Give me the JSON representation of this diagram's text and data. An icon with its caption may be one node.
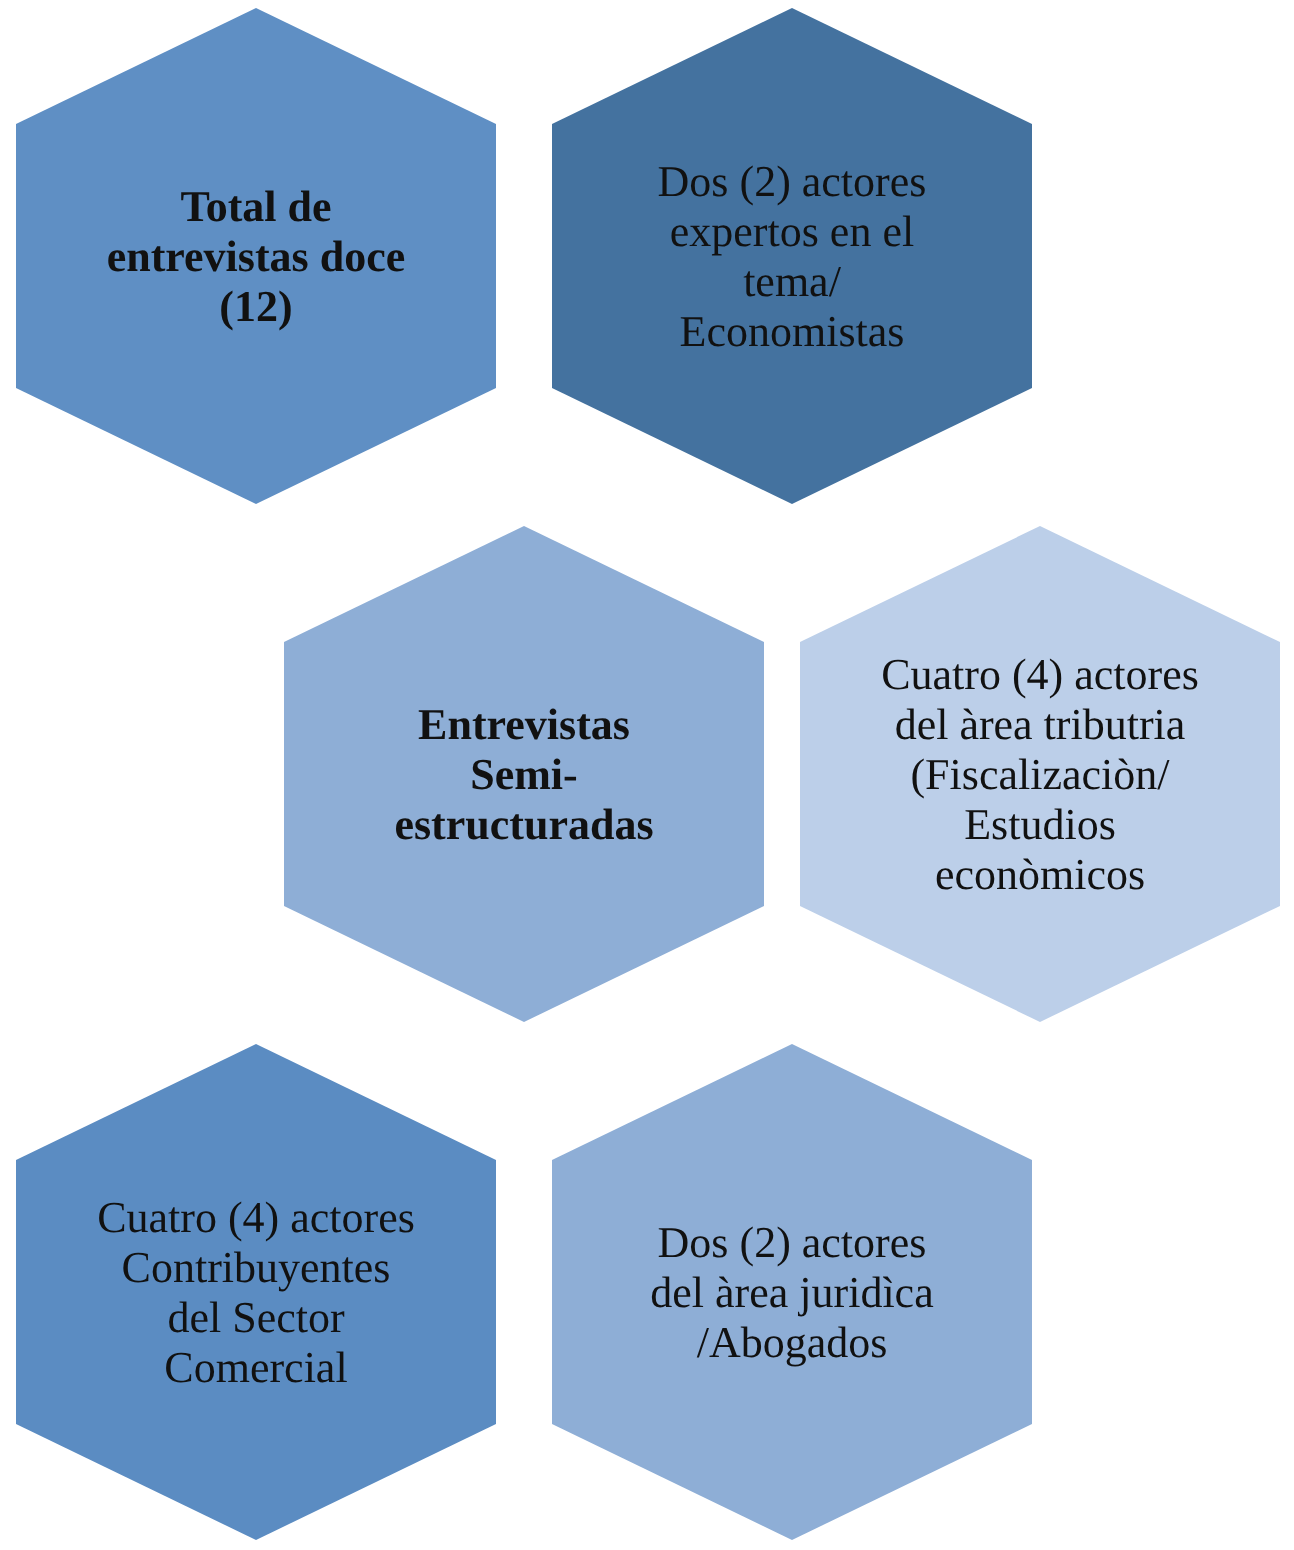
{
  "diagram": {
    "nodes": [
      {
        "text": [
          "Total de entrevistas doce (12)"
        ]
      },
      {
        "text": [
          "Dos (2) actores expertos en el tema/ Economistas"
        ]
      },
      {
        "text": [
          "Entrevistas Semi-estructuradas"
        ]
      },
      {
        "text": [
          "Cuatro (4) actores del àrea tributria (Fiscalizaciòn/ Estudios econòmicos"
        ]
      },
      {
        "text": [
          "Cuatro (4) actores Contribuyentes del Sector Comercial"
        ]
      },
      {
        "text": [
          "Dos (2) actores del àrea juridìca /Abogados"
        ]
      }
    ],
    "edges": []
  }
}
